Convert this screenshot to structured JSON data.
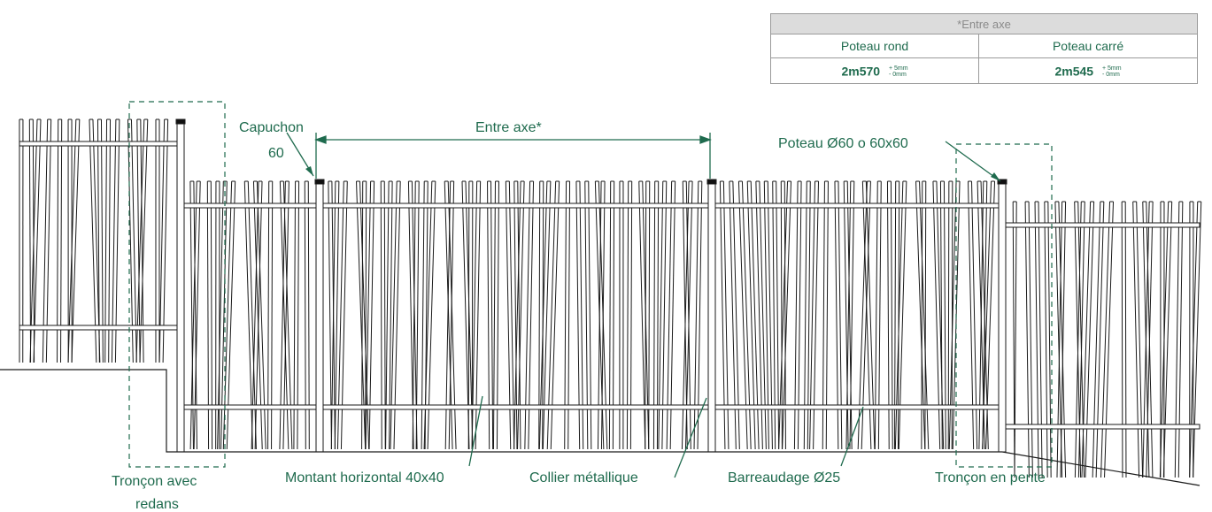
{
  "table": {
    "title": "*Entre axe",
    "columns": [
      "Poteau rond",
      "Poteau carré"
    ],
    "values": [
      {
        "value": "2m570",
        "tol_plus": "+ 5mm",
        "tol_minus": "- 0mm"
      },
      {
        "value": "2m545",
        "tol_plus": "+ 5mm",
        "tol_minus": "- 0mm"
      }
    ]
  },
  "labels": {
    "capuchon_1": "Capuchon",
    "capuchon_2": "60",
    "entre_axe": "Entre axe*",
    "poteau": "Poteau Ø60 o 60x60",
    "troncon_redans_1": "Tronçon avec",
    "troncon_redans_2": "redans",
    "montant": "Montant horizontal 40x40",
    "collier": "Collier métallique",
    "barreaudage": "Barreaudage Ø25",
    "troncon_pente": "Tronçon en pente"
  },
  "colors": {
    "accent": "#1f6b4e",
    "line": "#1a1a1a",
    "table_header_bg": "#dcdcdc"
  }
}
